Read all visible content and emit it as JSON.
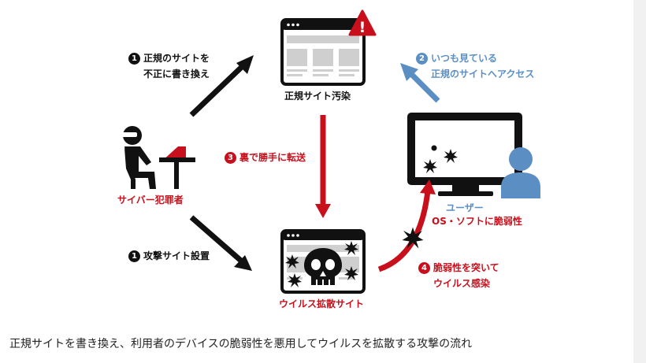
{
  "step1_rewrite": {
    "number": "1",
    "lines": [
      "正規のサイトを",
      "不正に書き換え"
    ]
  },
  "step1_setup": {
    "number": "1",
    "text": "攻撃サイト設置"
  },
  "step2_access": {
    "number": "2",
    "lines": [
      "いつも見ている",
      "正規のサイトへアクセス"
    ]
  },
  "step3_transfer": {
    "number": "3",
    "text": "裏で勝手に転送"
  },
  "step4_infect": {
    "number": "4",
    "lines": [
      "脆弱性を突いて",
      "ウイルス感染"
    ]
  },
  "legit_site_label": "正規サイト汚染",
  "virus_site_label": "ウイルス拡散サイト",
  "attacker_label": "サイバー犯罪者",
  "user_label": "ユーザー",
  "user_vuln_label": "OS・ソフトに脆弱性",
  "warning_symbol": "!",
  "caption": "正規サイトを書き換え、利用者のデバイスの脆弱性を悪用してウイルスを拡散する攻撃の流れ",
  "colors": {
    "red": "#c8101c",
    "blue": "#5b8fc4",
    "black": "#111111",
    "gray": "#cfcfcf",
    "user_blue": "#5b8fc4"
  },
  "icons": [
    "legit-site-window-icon",
    "warning-icon",
    "virus-site-window-icon",
    "skull-icon",
    "hacker-at-laptop-icon",
    "monitor-icon",
    "user-person-icon",
    "virus-icon"
  ]
}
